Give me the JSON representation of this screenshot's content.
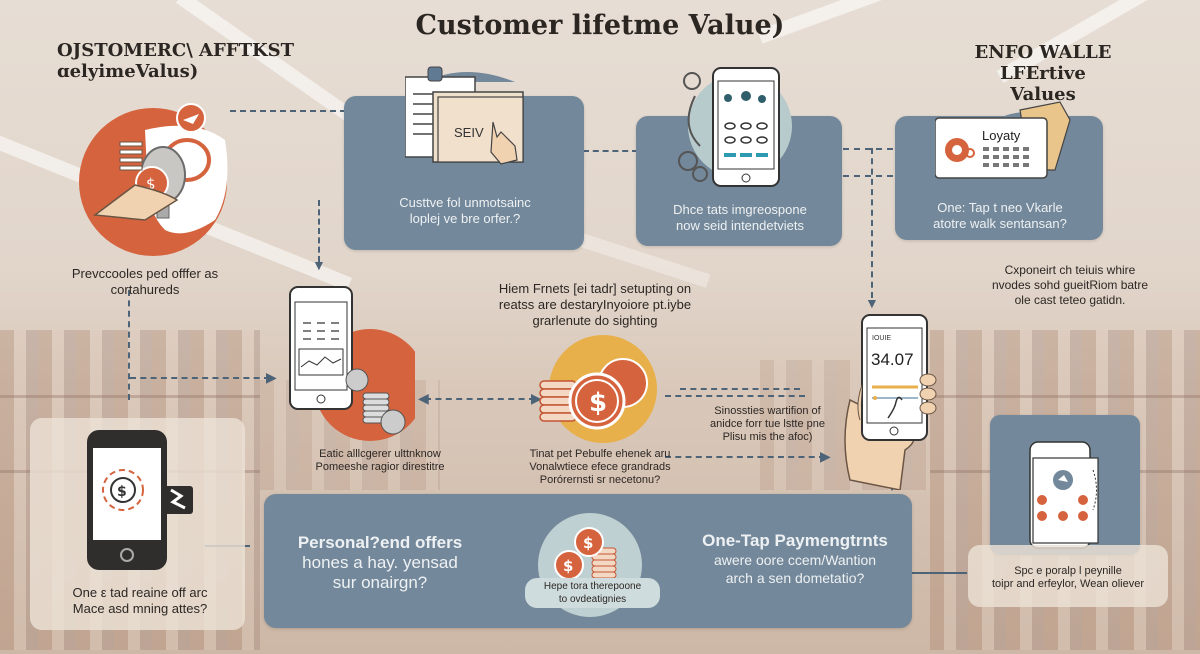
{
  "title": "Customer lifetme Value)",
  "left_title": {
    "line1": "OJSTOMERC\\ AFFTKST",
    "line2": "ɑelyimeValus)"
  },
  "right_title": {
    "line1": "ENFO WALLE",
    "line2": "LFErtive Values"
  },
  "colors": {
    "panel": "#73889a",
    "accent_orange": "#d9643f",
    "accent_yellow": "#e8b04a",
    "connector": "#4d6478",
    "text_dark": "#2b2622"
  },
  "top_panels": [
    {
      "id": "receipt",
      "icon": "receipt-tap-icon",
      "icon_label": "SEIV",
      "text": [
        "Custtve fol unmotsainc",
        "loplej ve bre orfer.?"
      ]
    },
    {
      "id": "app",
      "icon": "mobile-app-gears-icon",
      "text": [
        "Dhce tats imgreospone",
        "now seid intendetviets"
      ]
    },
    {
      "id": "loyalty",
      "icon": "loyalty-card-icon",
      "icon_label": "Loyaty",
      "text": [
        "One: Tap t neo Vkarle",
        "atotre walk sentansan?"
      ]
    }
  ],
  "left_circle": {
    "icon": "coin-hand-lightbulb-icon",
    "text": [
      "Prevccooles ped offfer as",
      "cortahureds"
    ]
  },
  "mid_caption": {
    "text": [
      "Hiem Frnets [ei tadr] setupting on",
      "reatss are destaryInyoiore pt.iybe",
      "grarlenute do sighting"
    ]
  },
  "right_caption": {
    "text": [
      "Cxponeirt ch teiuis whire",
      "nvodes sohd gueitRiom batre",
      "ole cast teteo gatidn."
    ]
  },
  "phone_coins": {
    "icon": "phone-chart-coins-icon",
    "text": [
      "Eatic alllcgerer ulttnknow",
      "Pomeeshe ragior direstitre"
    ]
  },
  "center_coins": {
    "icon": "dollar-coins-icon",
    "text": [
      "Tinat pet Pebulfe ehenek aru",
      "Vonalwtiece efece grandrads",
      "Porórernsti sr necetonu?"
    ]
  },
  "phone_hand": {
    "icon": "hand-phone-payment-icon",
    "screen_label": "IOUIE",
    "amount": "34.07",
    "text": [
      "Sinossties wartifion of",
      "anidce forr tue lstte pne",
      "Plisu mis the afoc)"
    ]
  },
  "bottom_left": {
    "icon": "phone-dollar-cycle-icon",
    "text": [
      "One ε tad reaine off arc",
      "Mace asd mning attes?"
    ]
  },
  "bottom_panel": {
    "left": {
      "title": "Personal?end offers",
      "text": [
        "hones a hay. yensad",
        "sur onairgn?"
      ]
    },
    "center": {
      "icon": "coin-stack-icon",
      "text": [
        "Hepe tora therepoone",
        "to ovdeatignies"
      ]
    },
    "right": {
      "title": "One-Tap Paymengtrnts",
      "text": [
        "awere oore ccem/Wantion",
        "arch a sen dometatio?"
      ]
    }
  },
  "bottom_right": {
    "icon": "phone-tomato-list-icon",
    "text": [
      "Spc e poralp l peynille",
      "toipr and erfeylor, Wean oliever"
    ]
  }
}
